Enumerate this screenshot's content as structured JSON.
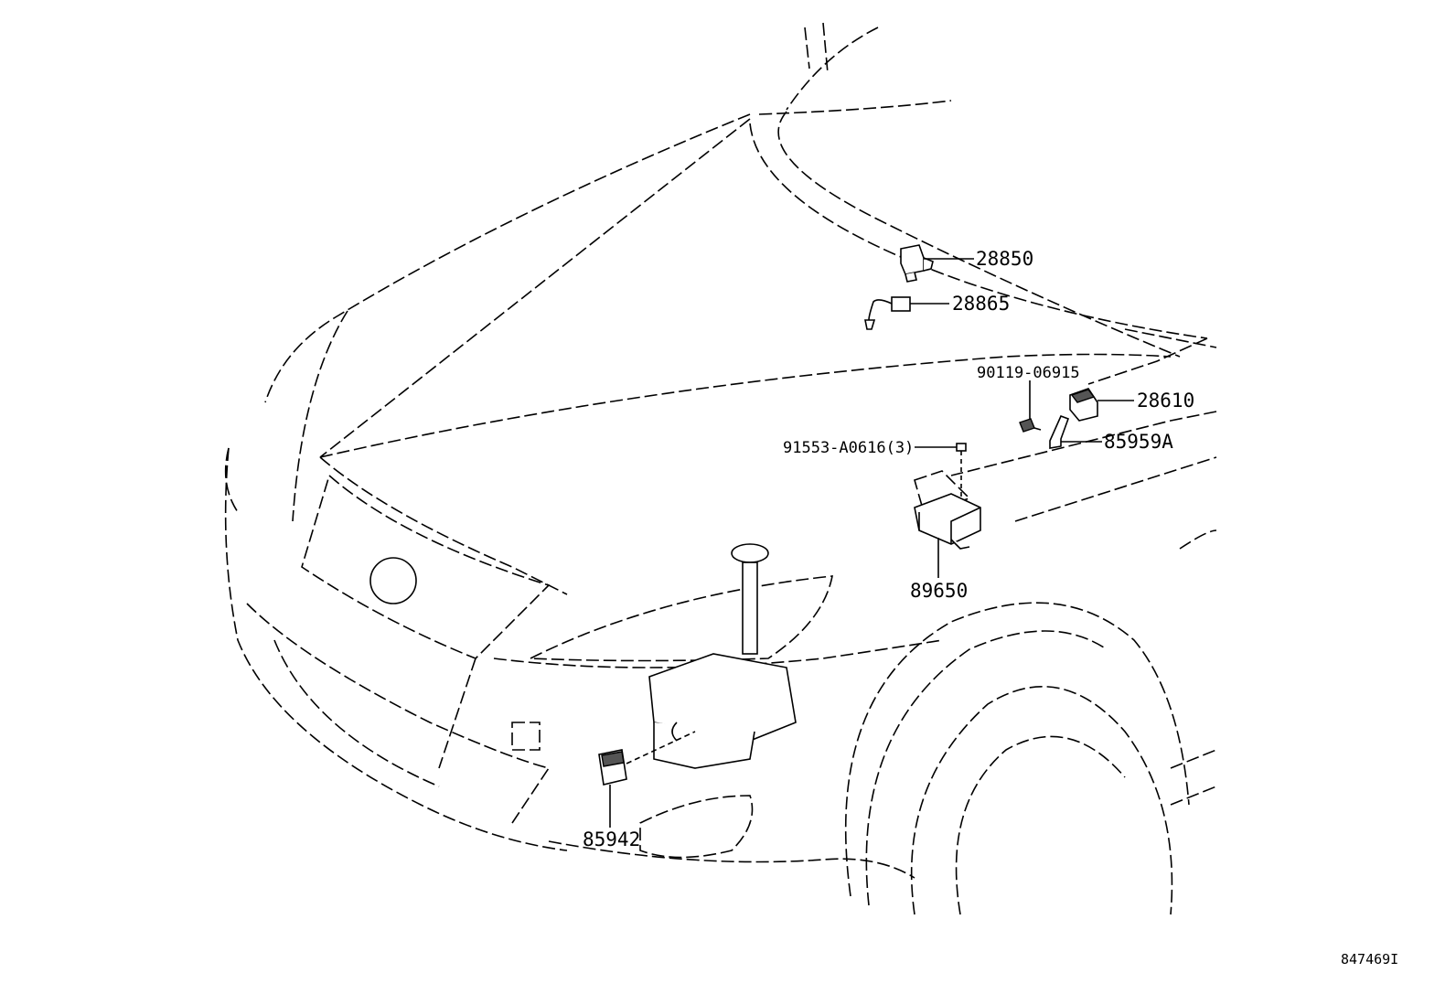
{
  "callouts": {
    "p28850": "28850",
    "p28865": "28865",
    "p90119": "90119-06915",
    "p28610": "28610",
    "p91553": "91553-A0616(3)",
    "p85959a": "85959A",
    "p89650": "89650",
    "p85942": "85942"
  },
  "figure_id": "847469I"
}
